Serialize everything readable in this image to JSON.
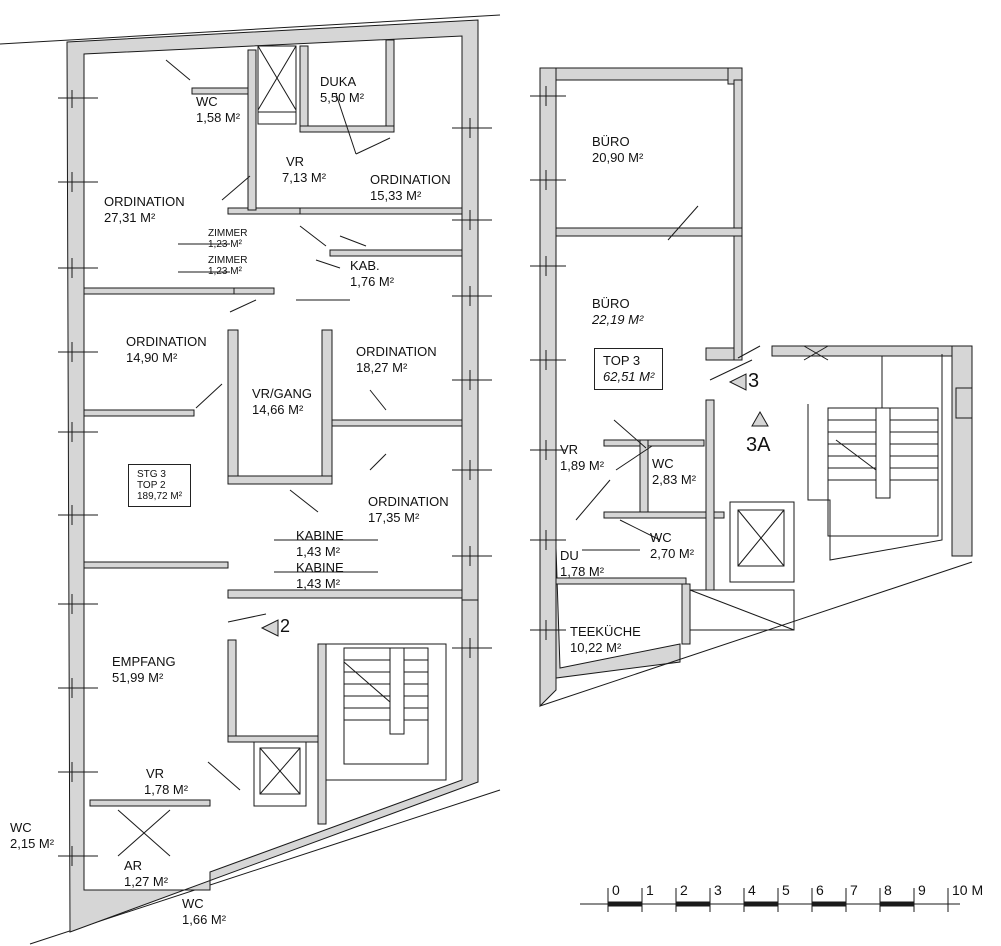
{
  "left_unit": {
    "rooms": [
      {
        "key": "wc1",
        "name": "WC",
        "area": "1,58 M²"
      },
      {
        "key": "duka",
        "name": "DUKA",
        "area": "5,50 M²"
      },
      {
        "key": "vr1",
        "name": "VR",
        "area": "7,13 M²"
      },
      {
        "key": "ord1",
        "name": "ORDINATION",
        "area": "27,31 M²"
      },
      {
        "key": "ord2",
        "name": "ORDINATION",
        "area": "15,33 M²"
      },
      {
        "key": "zim1",
        "name": "ZIMMER",
        "area": "1,23 M²"
      },
      {
        "key": "zim2",
        "name": "ZIMMER",
        "area": "1,23 M²"
      },
      {
        "key": "kab",
        "name": "KAB.",
        "area": "1,76 M²"
      },
      {
        "key": "ord3",
        "name": "ORDINATION",
        "area": "14,90 M²"
      },
      {
        "key": "ord4",
        "name": "ORDINATION",
        "area": "18,27 M²"
      },
      {
        "key": "gang",
        "name": "VR/GANG",
        "area": "14,66 M²"
      },
      {
        "key": "ord5",
        "name": "ORDINATION",
        "area": "17,35 M²"
      },
      {
        "key": "kabine1",
        "name": "KABINE",
        "area": "1,43 M²"
      },
      {
        "key": "kabine2",
        "name": "KABINE",
        "area": "1,43 M²"
      },
      {
        "key": "empfang",
        "name": "EMPFANG",
        "area": "51,99 M²"
      },
      {
        "key": "vr2",
        "name": "VR",
        "area": "1,78 M²"
      },
      {
        "key": "wc2",
        "name": "WC",
        "area": "2,15 M²"
      },
      {
        "key": "ar",
        "name": "AR",
        "area": "1,27 M²"
      },
      {
        "key": "wc3",
        "name": "WC",
        "area": "1,66 M²"
      }
    ],
    "unit_box": {
      "line1": "STG 3",
      "line2": "TOP 2",
      "line3": "189,72 M²"
    },
    "stair_label": "2"
  },
  "right_unit": {
    "rooms": [
      {
        "key": "buro1",
        "name": "BÜRO",
        "area": "20,90 M²"
      },
      {
        "key": "buro2",
        "name": "BÜRO",
        "area": "22,19 M²"
      },
      {
        "key": "vr",
        "name": "VR",
        "area": "1,89 M²"
      },
      {
        "key": "wc1",
        "name": "WC",
        "area": "2,83 M²"
      },
      {
        "key": "wc2",
        "name": "WC",
        "area": "2,70 M²"
      },
      {
        "key": "du",
        "name": "DU",
        "area": "1,78 M²"
      },
      {
        "key": "teekuche",
        "name": "TEEKÜCHE",
        "area": "10,22 M²"
      }
    ],
    "unit_box": {
      "line1": "TOP 3",
      "line2": "62,51 M²"
    },
    "stair_label": "3",
    "stair_label_b": "3A"
  },
  "scale_bar": {
    "ticks": [
      "0",
      "1",
      "2",
      "3",
      "4",
      "5",
      "6",
      "7",
      "8",
      "9",
      "10 M"
    ]
  },
  "colors": {
    "wall": "#d6d6d6",
    "line": "#1a1a1a",
    "bg": "#ffffff"
  }
}
